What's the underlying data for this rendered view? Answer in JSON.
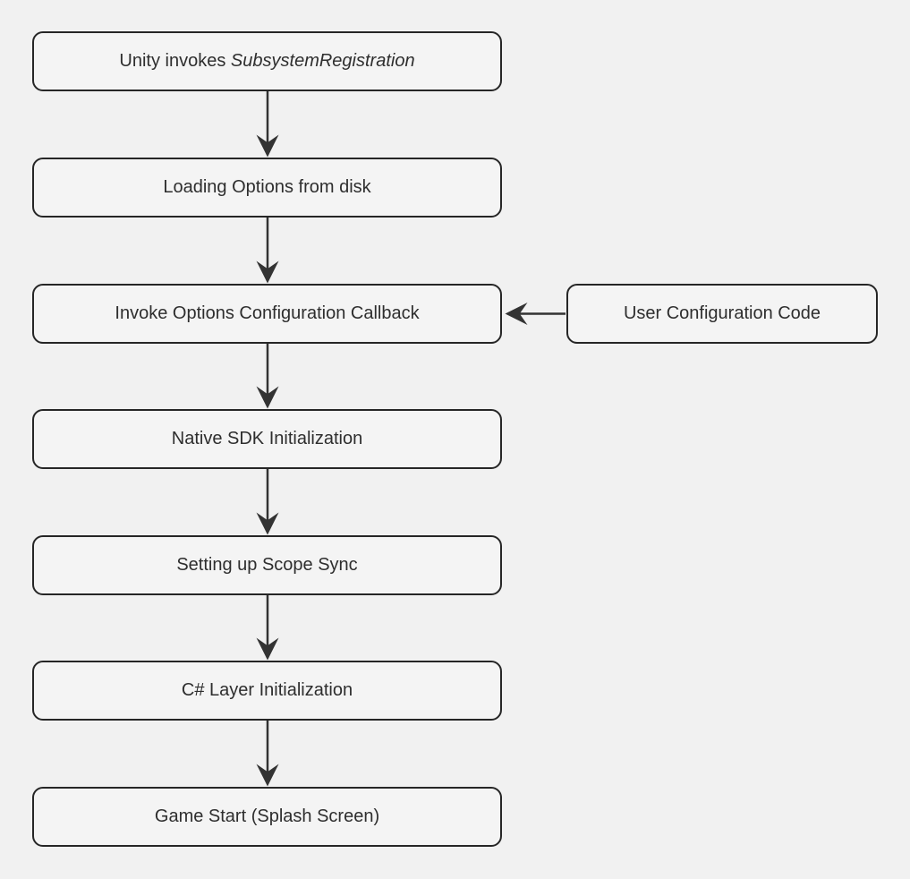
{
  "diagram": {
    "type": "flowchart",
    "direction": "top-down",
    "colors": {
      "bg_color": "#f1f1f1",
      "node_fill": "#f4f4f4",
      "node_stroke": "#262626",
      "text_color": "#2e2e2e",
      "line_color": "#333333"
    },
    "nodes": {
      "unity_invokes": {
        "text": "Unity invokes ",
        "italic_text": "SubsystemRegistration"
      },
      "loading_options": {
        "text": "Loading Options from disk"
      },
      "invoke_callback": {
        "text": "Invoke Options Configuration Callback"
      },
      "user_config": {
        "text": "User Configuration Code"
      },
      "native_sdk": {
        "text": "Native SDK Initialization"
      },
      "scope_sync": {
        "text": "Setting up Scope Sync"
      },
      "csharp_layer": {
        "text": "C# Layer Initialization"
      },
      "game_start": {
        "text": "Game Start (Splash Screen)"
      }
    },
    "edges": [
      {
        "from": "unity_invokes",
        "to": "loading_options"
      },
      {
        "from": "loading_options",
        "to": "invoke_callback"
      },
      {
        "from": "user_config",
        "to": "invoke_callback"
      },
      {
        "from": "invoke_callback",
        "to": "native_sdk"
      },
      {
        "from": "native_sdk",
        "to": "scope_sync"
      },
      {
        "from": "scope_sync",
        "to": "csharp_layer"
      },
      {
        "from": "csharp_layer",
        "to": "game_start"
      }
    ]
  }
}
